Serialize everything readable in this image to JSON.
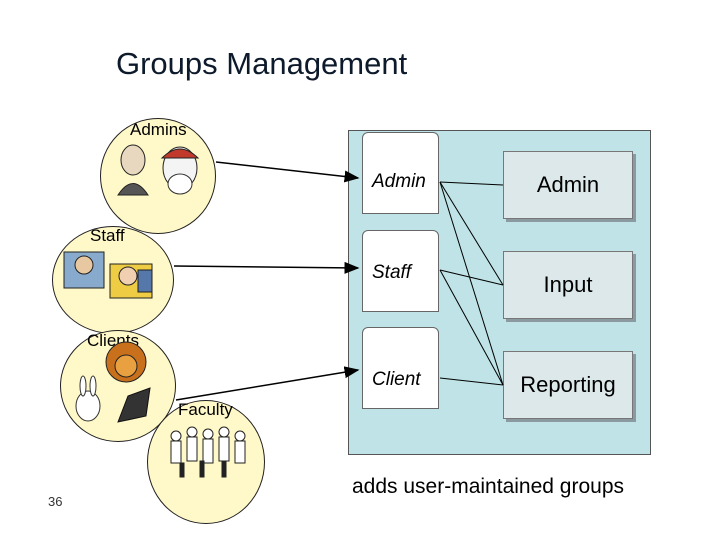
{
  "title": "Groups Management",
  "groups": {
    "admins": "Admins",
    "staff": "Staff",
    "clients": "Clients",
    "faculty": "Faculty"
  },
  "roles": {
    "admin": "Admin",
    "staff": "Staff",
    "client": "Client"
  },
  "functions": {
    "admin": "Admin",
    "input": "Input",
    "reporting": "Reporting"
  },
  "footnote": "adds user-maintained groups",
  "page_number": "36",
  "colors": {
    "circle_fill": "#fff8c8",
    "panel_fill": "#bfe3e6",
    "button_fill": "#dde8ea"
  }
}
